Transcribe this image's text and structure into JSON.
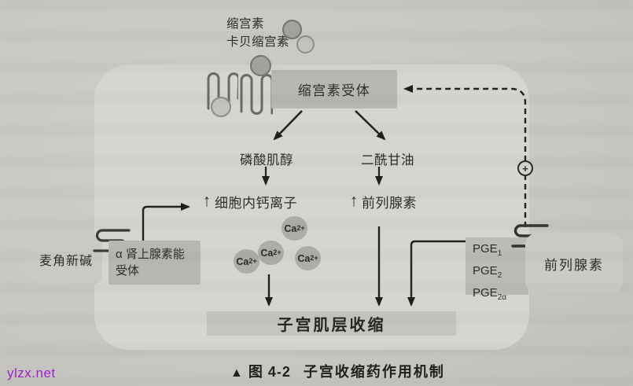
{
  "colors": {
    "paper": "#c9c8c3",
    "panel": "#d6d5d1",
    "box_light": "#cbcac6",
    "box_dark": "#b8b7b3",
    "contraction_box": "#c6c5c1",
    "ink": "#2e2d29",
    "watermark": "#a21fca"
  },
  "watermark": {
    "text": "ylzx.net"
  },
  "caption": {
    "marker": "▲",
    "label": "图 4-2",
    "title": "子宫收缩药作用机制"
  },
  "nodes": {
    "oxytocin_drugs": {
      "line1": "缩宫素",
      "line2": "卡贝缩宫素"
    },
    "oxytocin_receptor": {
      "label": "缩宫素受体"
    },
    "phosphoinositide": {
      "label": "磷酸肌醇"
    },
    "diacylglycerol": {
      "label": "二酰甘油"
    },
    "intracellular_calcium": {
      "arrow": "↑",
      "label": "细胞内钙离子"
    },
    "prostaglandin_level": {
      "arrow": "↑",
      "label": "前列腺素"
    },
    "calcium_ion": {
      "base": "Ca",
      "sup": "2+"
    },
    "ergometrine": {
      "label": "麦角新碱"
    },
    "alpha_receptor": {
      "line1": "α 肾上腺素能",
      "line2": "受体"
    },
    "pge_drugs": {
      "items": [
        {
          "base": "PGE",
          "sub": "1"
        },
        {
          "base": "PGE",
          "sub": "2"
        },
        {
          "base": "PGE",
          "sub": "2α"
        }
      ]
    },
    "prostaglandin_drugs": {
      "label": "前列腺素"
    },
    "myometrial_contraction": {
      "label": "子宫肌层收缩"
    },
    "feedback_sign": {
      "symbol": "+"
    }
  }
}
